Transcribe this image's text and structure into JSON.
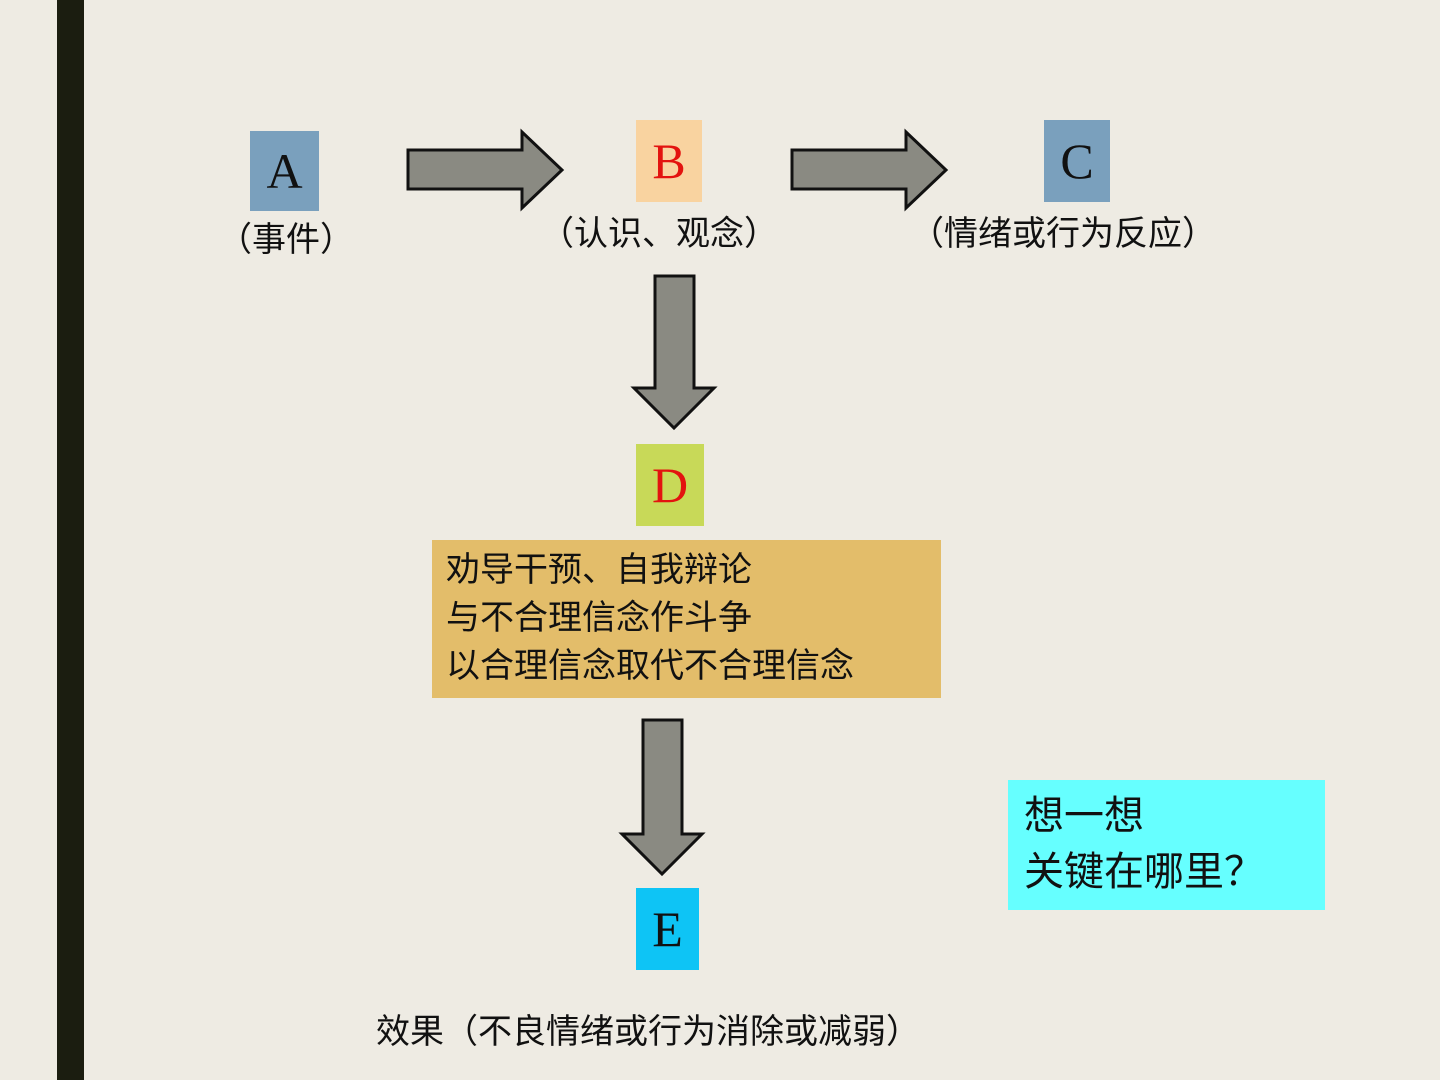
{
  "diagram": {
    "nodes": {
      "A": {
        "letter": "A",
        "caption": "（事件）",
        "color": "#7aa0bd",
        "letter_color": "#111111"
      },
      "B": {
        "letter": "B",
        "caption": "（认识、观念）",
        "color": "#f9d3a0",
        "letter_color": "#e3130f"
      },
      "C": {
        "letter": "C",
        "caption": "（情绪或行为反应）",
        "color": "#7aa0bd",
        "letter_color": "#111111"
      },
      "D": {
        "letter": "D",
        "color": "#c8d958",
        "letter_color": "#e3130f"
      },
      "E": {
        "letter": "E",
        "color": "#0ec4f5",
        "letter_color": "#111111"
      }
    },
    "d_panel": {
      "color": "#e3bd6a",
      "lines": [
        "劝导干预、自我辩论",
        "与不合理信念作斗争",
        "以合理信念取代不合理信念"
      ]
    },
    "effect_caption": "效果（不良情绪或行为消除或减弱）",
    "think_panel": {
      "color": "#66ffff",
      "lines": [
        "想一想",
        "关键在哪里？"
      ]
    },
    "arrows": [
      {
        "from": "A",
        "to": "B",
        "direction": "right"
      },
      {
        "from": "B",
        "to": "C",
        "direction": "right"
      },
      {
        "from": "B",
        "to": "D",
        "direction": "down"
      },
      {
        "from": "D",
        "to": "E",
        "direction": "down"
      }
    ]
  }
}
